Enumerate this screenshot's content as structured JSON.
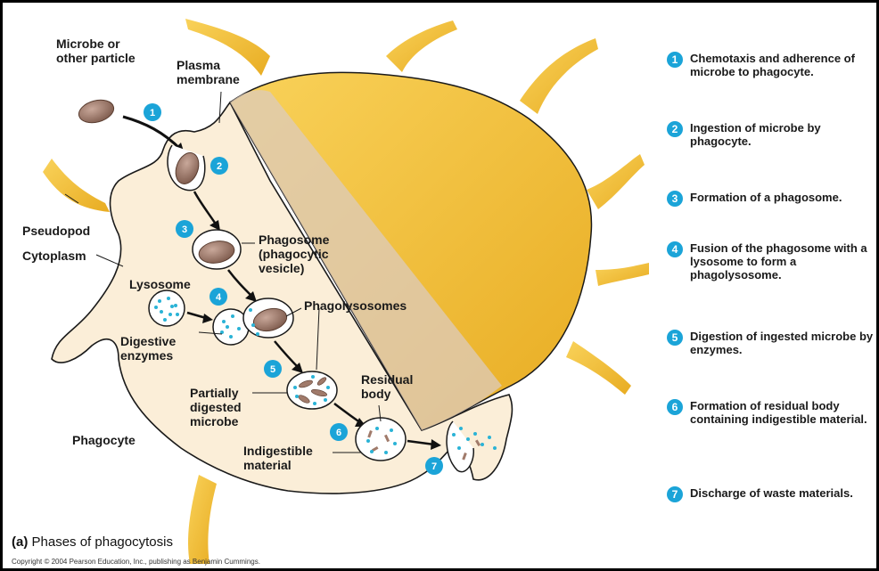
{
  "figure": {
    "caption_letter": "(a)",
    "caption_text": "Phases of phagocytosis",
    "copyright": "Copyright © 2004 Pearson Education, Inc., publishing as Benjamin Cummings."
  },
  "labels": {
    "microbe": "Microbe or other particle",
    "plasma_membrane": "Plasma membrane",
    "pseudopod": "Pseudopod",
    "cytoplasm": "Cytoplasm",
    "phagosome": "Phagosome (phagocytic vesicle)",
    "lysosome": "Lysosome",
    "phagolysosomes": "Phagolysosomes",
    "digestive_enzymes": "Digestive enzymes",
    "residual_body": "Residual body",
    "partially_digested": "Partially digested microbe",
    "phagocyte": "Phagocyte",
    "indigestible": "Indigestible material"
  },
  "step_badges": [
    "1",
    "2",
    "3",
    "4",
    "5",
    "6",
    "7"
  ],
  "steps": [
    {
      "num": "1",
      "text": "Chemotaxis and adherence of microbe to phagocyte."
    },
    {
      "num": "2",
      "text": "Ingestion of microbe by phagocyte."
    },
    {
      "num": "3",
      "text": "Formation of a phagosome."
    },
    {
      "num": "4",
      "text": "Fusion of the phagosome with a lysosome to form a phagolysosome."
    },
    {
      "num": "5",
      "text": "Digestion of ingested microbe by enzymes."
    },
    {
      "num": "6",
      "text": "Formation of residual body containing indigestible material."
    },
    {
      "num": "7",
      "text": "Discharge of waste materials."
    }
  ],
  "colors": {
    "cell_body": "#fbeed8",
    "cell_outline": "#1a1a1a",
    "pseudopod": "#f5c63a",
    "pseudopod_dark": "#e3a91e",
    "shadow": "#d8c7b8",
    "badge": "#1ba4d8",
    "microbe": "#a07a6a",
    "enzyme": "#2ab3d6"
  }
}
